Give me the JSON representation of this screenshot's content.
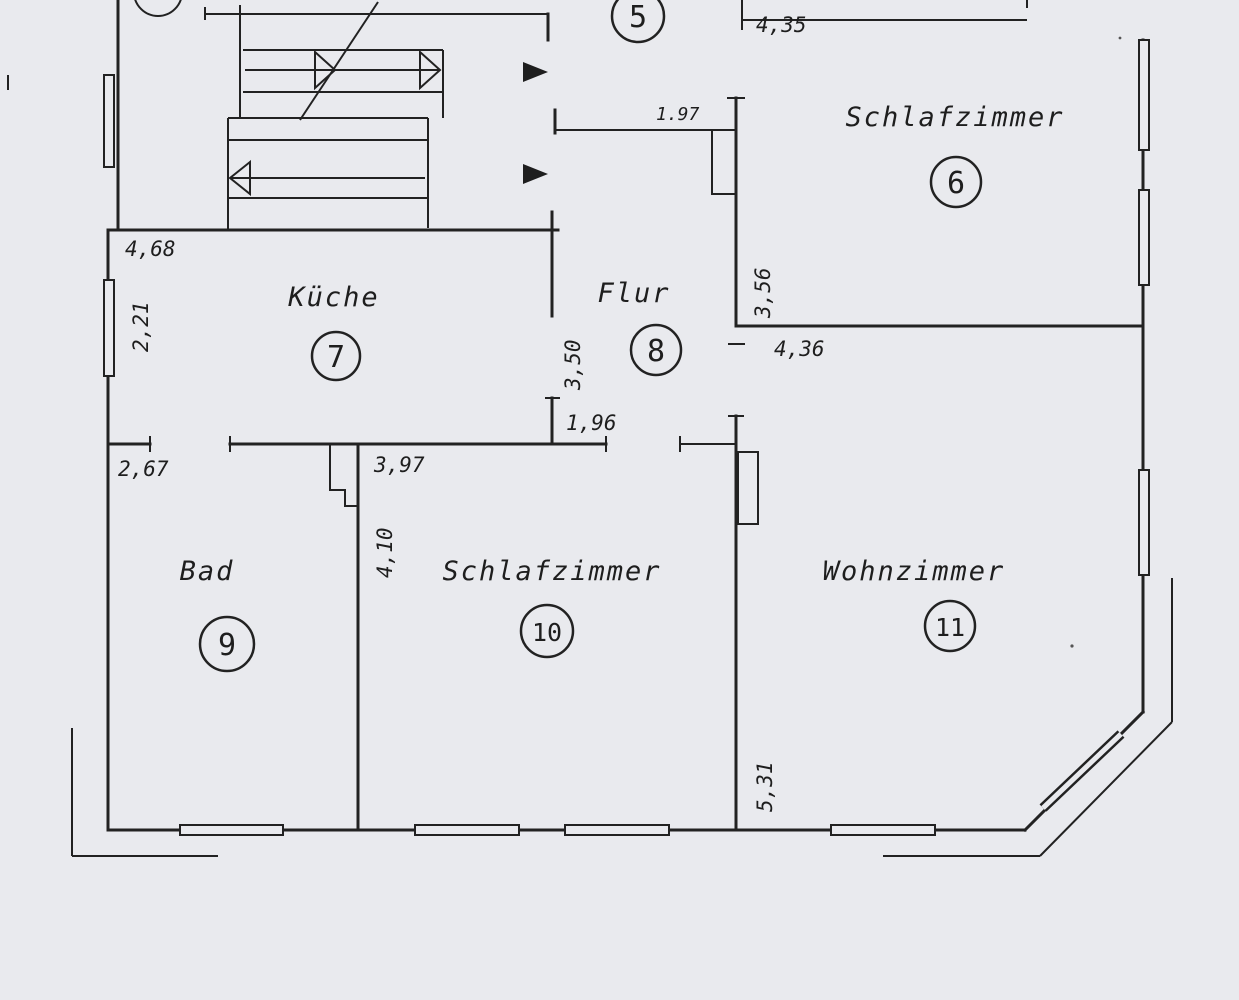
{
  "plan": {
    "rooms": [
      {
        "id": "5",
        "number": "5",
        "name": ""
      },
      {
        "id": "6",
        "number": "6",
        "name": "Schlafzimmer"
      },
      {
        "id": "7",
        "number": "7",
        "name": "Küche"
      },
      {
        "id": "8",
        "number": "8",
        "name": "Flur"
      },
      {
        "id": "9",
        "number": "9",
        "name": "Bad"
      },
      {
        "id": "10",
        "number": "10",
        "name": "Schlafzimmer"
      },
      {
        "id": "11",
        "number": "11",
        "name": "Wohnzimmer"
      }
    ],
    "dimensions": {
      "d435": "4,35",
      "d197": "1.97",
      "d468": "4,68",
      "d221": "2,21",
      "d356": "3,56",
      "d350": "3,50",
      "d436": "4,36",
      "d196": "1,96",
      "d267": "2,67",
      "d397": "3,97",
      "d410": "4,10",
      "d531": "5,31"
    }
  }
}
